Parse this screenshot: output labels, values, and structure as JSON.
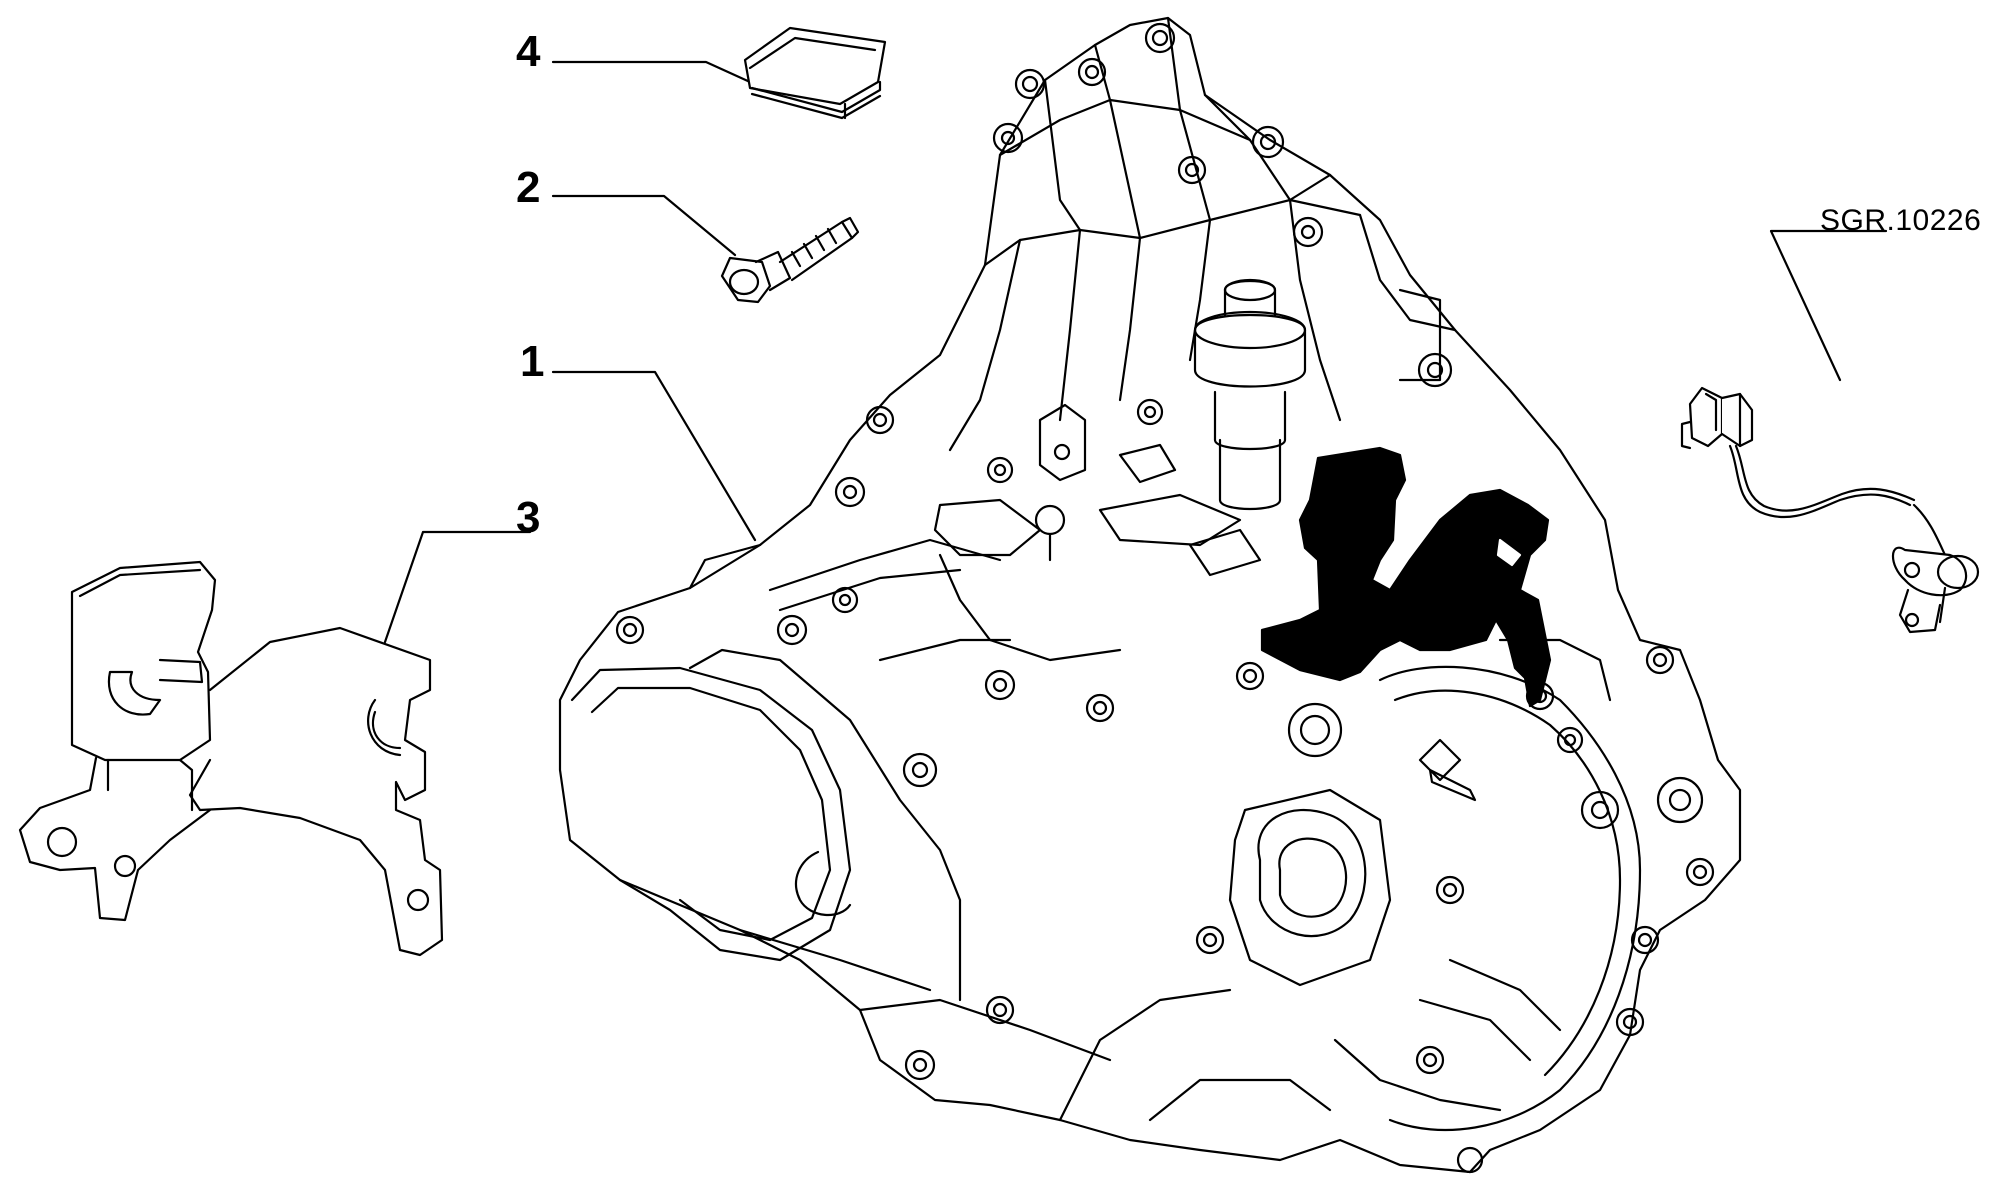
{
  "diagram": {
    "reference_code": "SGR.10226",
    "callouts": [
      {
        "label": "1",
        "part": "gearbox"
      },
      {
        "label": "2",
        "part": "bolt"
      },
      {
        "label": "3",
        "part": "bracket"
      },
      {
        "label": "4",
        "part": "plug"
      }
    ]
  }
}
